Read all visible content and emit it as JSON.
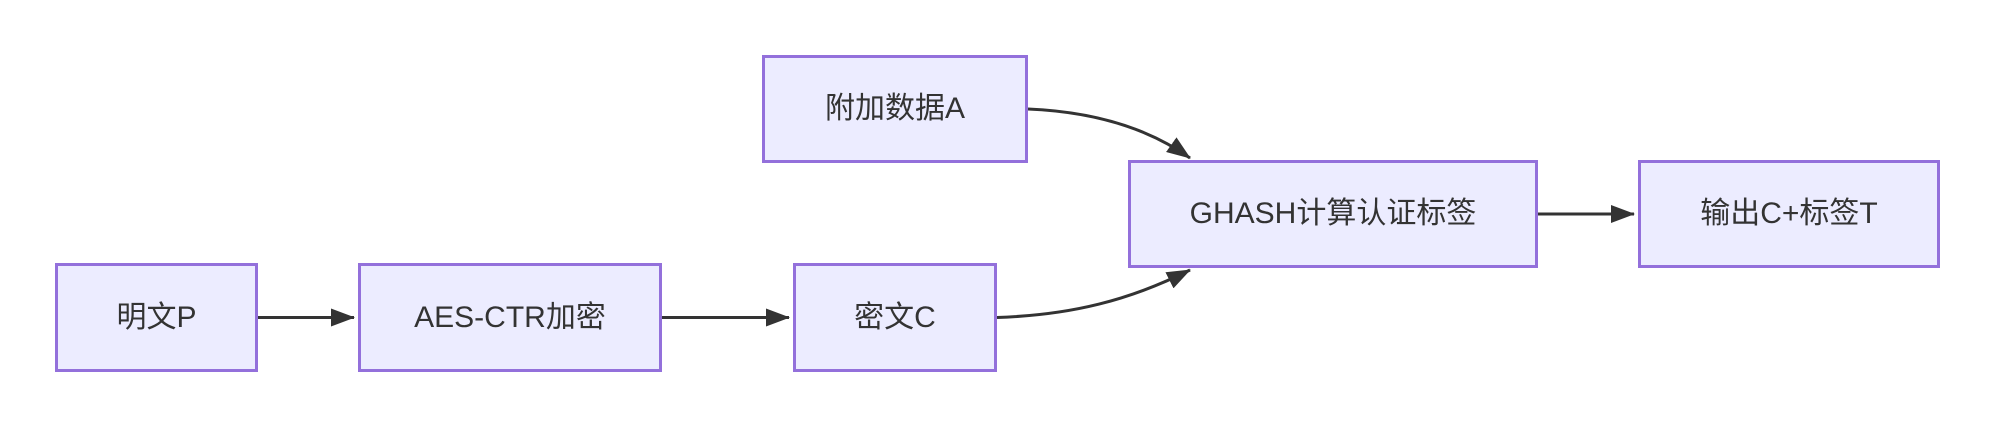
{
  "diagram": {
    "type": "flowchart",
    "direction": "LR",
    "colors": {
      "background": "#ffffff",
      "node_fill": "#ECECFF",
      "node_border": "#9370DB",
      "edge": "#333333",
      "text": "#333333"
    },
    "nodes": [
      {
        "id": "plaintext",
        "label": "明文P"
      },
      {
        "id": "aes-ctr",
        "label": "AES-CTR加密"
      },
      {
        "id": "ciphertext",
        "label": "密文C"
      },
      {
        "id": "aad",
        "label": "附加数据A"
      },
      {
        "id": "ghash",
        "label": "GHASH计算认证标签"
      },
      {
        "id": "output",
        "label": "输出C+标签T"
      }
    ],
    "edges": [
      {
        "from": "明文P",
        "to": "AES-CTR加密"
      },
      {
        "from": "AES-CTR加密",
        "to": "密文C"
      },
      {
        "from": "密文C",
        "to": "GHASH计算认证标签"
      },
      {
        "from": "附加数据A",
        "to": "GHASH计算认证标签"
      },
      {
        "from": "GHASH计算认证标签",
        "to": "输出C+标签T"
      }
    ]
  }
}
